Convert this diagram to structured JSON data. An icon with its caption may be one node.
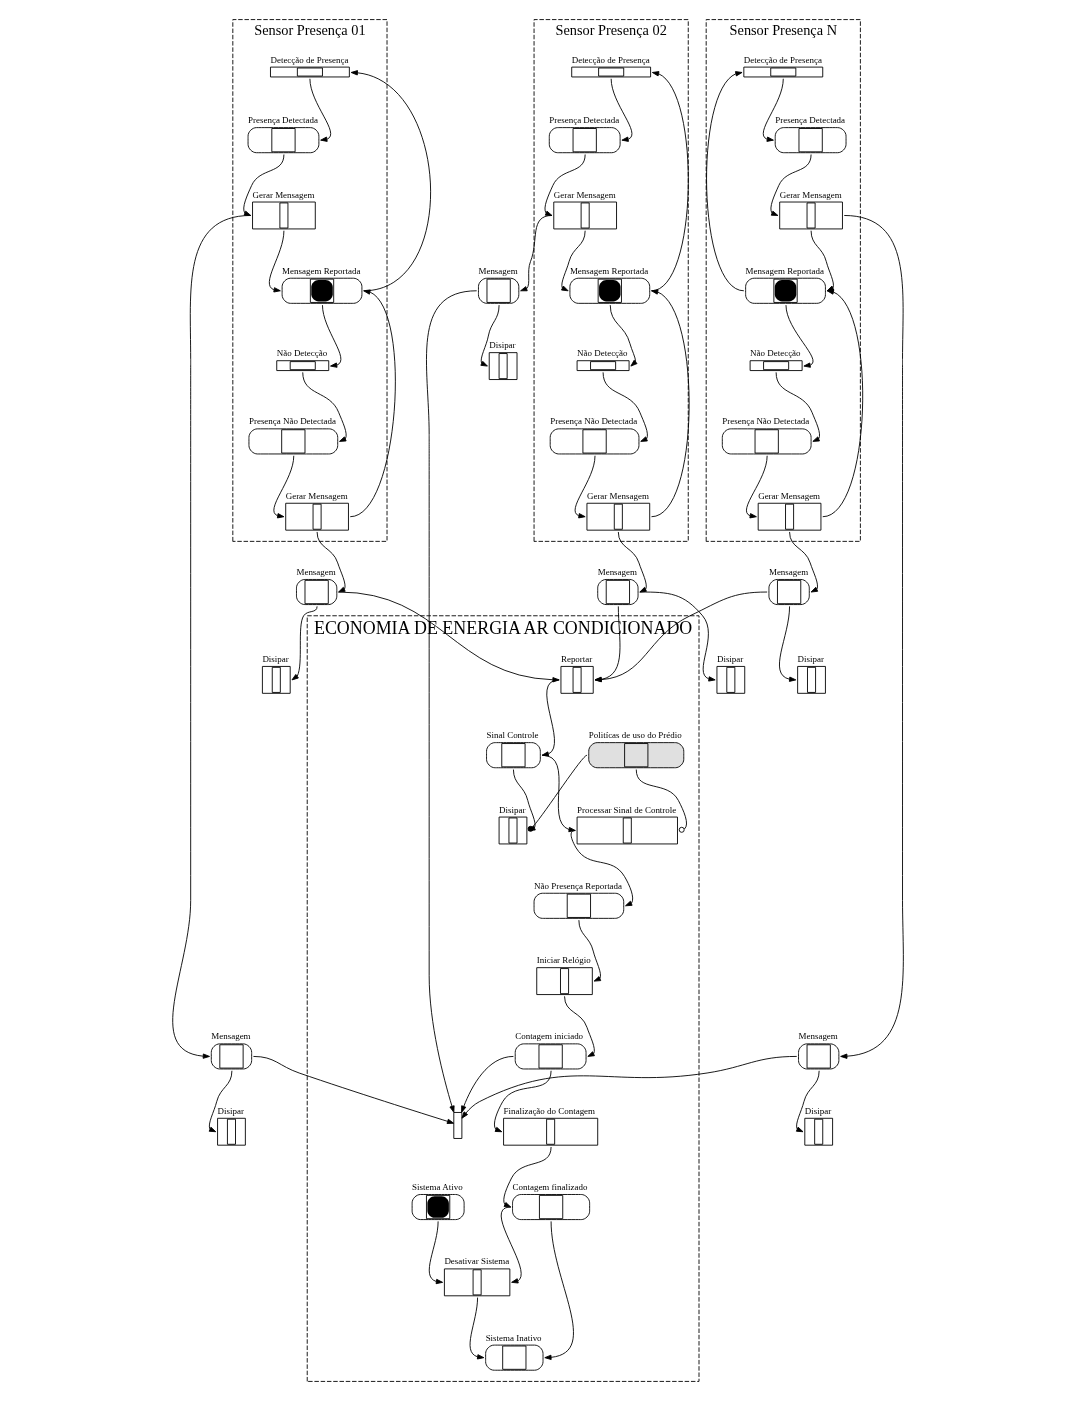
{
  "diagram": {
    "nodes": [
      {
        "text": [
          "Sensor Presença 01"
        ]
      },
      {
        "text": [
          "Detecção de Presença"
        ],
        "in": 0
      },
      {
        "text": [
          "Presença Detectada"
        ],
        "in": 0
      },
      {
        "text": [
          "Gerar Mensagem"
        ],
        "in": 0
      },
      {
        "text": [
          "Mensagem Reportada"
        ],
        "in": 0
      },
      {
        "text": [
          "Gerar Mensagem"
        ],
        "in": 0
      },
      {
        "text": [
          "Presença Não Detectada"
        ],
        "in": 0
      },
      {
        "text": [
          "Não Detecção"
        ],
        "in": 0
      },
      {
        "text": [
          "Disipar"
        ]
      },
      {
        "text": [
          "Mensagem"
        ]
      },
      {
        "text": [
          "Disipar"
        ]
      },
      {
        "text": [
          "Mensagem"
        ]
      },
      {
        "text": [
          "Sensor Presença 02"
        ]
      },
      {
        "text": [
          "Detecção de Presença"
        ],
        "in": 12
      },
      {
        "text": [
          "Presença Detectada"
        ],
        "in": 12
      },
      {
        "text": [
          "Gerar Mensagem"
        ],
        "in": 12
      },
      {
        "text": [
          "Mensagem Reportada"
        ],
        "in": 12
      },
      {
        "text": [
          "Gerar Mensagem"
        ],
        "in": 12
      },
      {
        "text": [
          "Presença Não Detectada"
        ],
        "in": 12
      },
      {
        "text": [
          "Não Detecção"
        ],
        "in": 12
      },
      {
        "text": [
          "Disipar"
        ]
      },
      {
        "text": [
          "Mensagem"
        ]
      },
      {
        "text": [
          "Disipar"
        ]
      },
      {
        "text": [
          "Mensagem"
        ]
      },
      {
        "text": [
          "Sensor Presença N"
        ]
      },
      {
        "text": [
          "Detecção de Presença"
        ],
        "in": 24
      },
      {
        "text": [
          "Presença Detectada"
        ],
        "in": 24
      },
      {
        "text": [
          "Gerar Mensagem"
        ],
        "in": 24
      },
      {
        "text": [
          "Mensagem Reportada"
        ],
        "in": 24
      },
      {
        "text": [
          "Gerar Mensagem"
        ],
        "in": 24
      },
      {
        "text": [
          "Presença Não Detectada"
        ],
        "in": 24
      },
      {
        "text": [
          "Não Detecção"
        ],
        "in": 24
      },
      {
        "text": [
          "Disipar"
        ]
      },
      {
        "text": [
          "Mensagem"
        ]
      },
      {
        "text": [
          "Disipar"
        ]
      },
      {
        "text": [
          "Mensagem"
        ]
      },
      {
        "text": [
          "ECONOMIA DE ENERGIA AR CONDICIONADO"
        ]
      },
      {
        "text": [
          "Disipar"
        ],
        "in": 36
      },
      {
        "text": [
          "Politícas de uso do Prédio"
        ],
        "in": 36
      },
      {
        "text": [
          "Reportar"
        ],
        "in": 36
      },
      {
        "text": [
          "Sinal Controle"
        ],
        "in": 36
      },
      {
        "text": [
          "Processar Sinal de Controle"
        ],
        "in": 36
      },
      {
        "text": [
          "Não Presença Reportada"
        ],
        "in": 36
      },
      {
        "text": [
          "Iniciar Relógio"
        ],
        "in": 36
      },
      {
        "text": [],
        "shape": "bar",
        "in": 36
      },
      {
        "text": [
          "Sistema Ativo"
        ],
        "in": 36
      },
      {
        "text": [
          "Desativar Sistema"
        ],
        "in": 36
      },
      {
        "text": [
          "Contagem iniciado"
        ],
        "in": 36
      },
      {
        "text": [
          "Sistema Inativo"
        ],
        "in": 36
      },
      {
        "text": [
          "Contagem finalizado"
        ],
        "in": 36
      },
      {
        "text": [
          "Finalização do Contagem"
        ],
        "in": 36
      }
    ],
    "edges": [
      {
        "from": 1,
        "to": 2,
        "arrow": "to"
      },
      {
        "from": 2,
        "to": 3,
        "arrow": "to"
      },
      {
        "from": 3,
        "to": 4,
        "arrow": "to"
      },
      {
        "from": 3,
        "to": 11,
        "arrow": "to"
      },
      {
        "from": 4,
        "to": 1,
        "arrow": "to"
      },
      {
        "from": 4,
        "to": 7,
        "arrow": "to"
      },
      {
        "from": 7,
        "to": 6,
        "arrow": "to"
      },
      {
        "from": 6,
        "to": 5,
        "arrow": "to"
      },
      {
        "from": 5,
        "to": 4,
        "arrow": "to"
      },
      {
        "from": 5,
        "to": 9,
        "arrow": "to"
      },
      {
        "from": 9,
        "to": 8,
        "arrow": "to"
      },
      {
        "from": 11,
        "to": 10,
        "arrow": "to"
      },
      {
        "from": 13,
        "to": 14,
        "arrow": "to"
      },
      {
        "from": 14,
        "to": 15,
        "arrow": "to"
      },
      {
        "from": 15,
        "to": 16,
        "arrow": "to"
      },
      {
        "from": 15,
        "to": 23,
        "arrow": "to"
      },
      {
        "from": 16,
        "to": 13,
        "arrow": "to"
      },
      {
        "from": 16,
        "to": 19,
        "arrow": "to"
      },
      {
        "from": 19,
        "to": 18,
        "arrow": "to"
      },
      {
        "from": 18,
        "to": 17,
        "arrow": "to"
      },
      {
        "from": 17,
        "to": 16,
        "arrow": "to"
      },
      {
        "from": 17,
        "to": 21,
        "arrow": "to"
      },
      {
        "from": 21,
        "to": 20,
        "arrow": "to"
      },
      {
        "from": 23,
        "to": 22,
        "arrow": "to"
      },
      {
        "from": 25,
        "to": 26,
        "arrow": "to"
      },
      {
        "from": 26,
        "to": 27,
        "arrow": "to"
      },
      {
        "from": 27,
        "to": 28,
        "arrow": "to"
      },
      {
        "from": 27,
        "to": 35,
        "arrow": "to"
      },
      {
        "from": 28,
        "to": 25,
        "arrow": "to"
      },
      {
        "from": 28,
        "to": 31,
        "arrow": "to"
      },
      {
        "from": 31,
        "to": 30,
        "arrow": "to"
      },
      {
        "from": 30,
        "to": 29,
        "arrow": "to"
      },
      {
        "from": 29,
        "to": 28,
        "arrow": "to"
      },
      {
        "from": 29,
        "to": 33,
        "arrow": "to"
      },
      {
        "from": 33,
        "to": 32,
        "arrow": "to"
      },
      {
        "from": 35,
        "to": 34,
        "arrow": "to"
      },
      {
        "from": 9,
        "to": 39,
        "arrow": "to"
      },
      {
        "from": 21,
        "to": 39,
        "arrow": "to"
      },
      {
        "from": 33,
        "to": 39,
        "arrow": "to"
      },
      {
        "from": 11,
        "to": 44,
        "arrow": "to"
      },
      {
        "from": 23,
        "to": 44,
        "arrow": "to"
      },
      {
        "from": 35,
        "to": 44,
        "arrow": "to"
      },
      {
        "from": 39,
        "to": 40,
        "arrow": "to"
      },
      {
        "from": 40,
        "to": 37,
        "arrow": "to"
      },
      {
        "from": 38,
        "to": 37,
        "arrow": "other"
      },
      {
        "from": 38,
        "to": 41,
        "arrow": "other"
      },
      {
        "from": 40,
        "to": 41,
        "arrow": "to"
      },
      {
        "from": 41,
        "to": 42,
        "arrow": "to"
      },
      {
        "from": 42,
        "to": 43,
        "arrow": "to"
      },
      {
        "from": 43,
        "to": 47,
        "arrow": "to"
      },
      {
        "from": 47,
        "to": 44,
        "arrow": "to"
      },
      {
        "from": 47,
        "to": 50,
        "arrow": "to"
      },
      {
        "from": 50,
        "to": 49,
        "arrow": "to"
      },
      {
        "from": 49,
        "to": 46,
        "arrow": "to"
      },
      {
        "from": 45,
        "to": 46,
        "arrow": "to"
      },
      {
        "from": 46,
        "to": 48,
        "arrow": "to"
      },
      {
        "from": 49,
        "to": 48,
        "arrow": "to"
      }
    ]
  }
}
